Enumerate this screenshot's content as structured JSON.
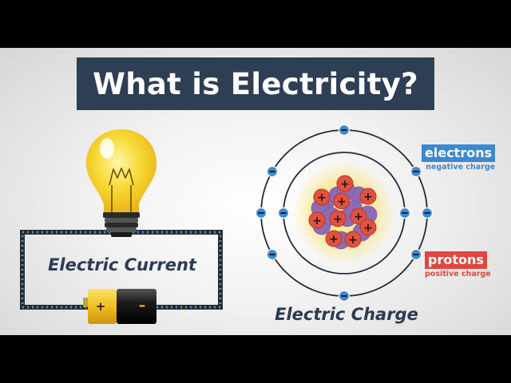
{
  "title": "What is Electricity?",
  "circuit": {
    "label": "Electric Current",
    "battery_positive": "+",
    "battery_negative": "–"
  },
  "atom": {
    "label": "Electric Charge",
    "electron_symbol": "–",
    "proton_symbol": "+"
  },
  "legend": {
    "electrons": {
      "label": "electrons",
      "sublabel": "negative charge",
      "color": "#3d88cf"
    },
    "protons": {
      "label": "protons",
      "sublabel": "positive charge",
      "color": "#e0473e"
    }
  },
  "colors": {
    "title_bg": "#2e3e55",
    "bulb": "#f6d02b",
    "wire": "#4a8fd0",
    "neutron": "#8d6cb5",
    "text": "#2c3b52"
  }
}
